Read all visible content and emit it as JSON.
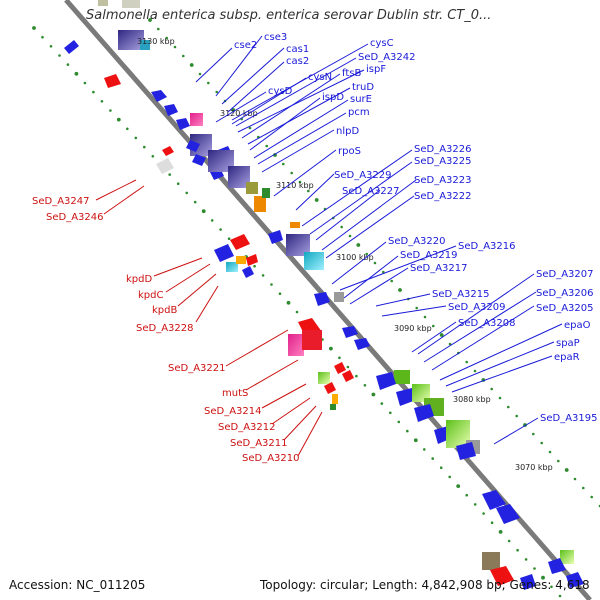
{
  "title": "Salmonella enterica subsp. enterica serovar Dublin str. CT_0...",
  "footer": {
    "accession": "Accession: NC_011205",
    "summary": "Topology: circular; Length: 4,842,908 bp; Genes: 4,618"
  },
  "colors": {
    "plus_label": "#1a1ad8",
    "minus_label": "#cc1111",
    "backbone": "#7a7a7a",
    "tick_dots": "#2e8b2e"
  },
  "scale": [
    "3130 kbp",
    "3120 kbp",
    "3110 kbp",
    "3100 kbp",
    "3090 kbp",
    "3080 kbp",
    "3070 kbp"
  ],
  "genes_plus": [
    "cse2",
    "cse3",
    "cas1",
    "cas2",
    "cysC",
    "SeD_A3242",
    "ispF",
    "cysN",
    "ftsB",
    "truD",
    "cysD",
    "ispD",
    "surE",
    "pcm",
    "nlpD",
    "rpoS",
    "SeD_A3226",
    "SeD_A3229",
    "SeD_A3225",
    "SeD_A3227",
    "SeD_A3223",
    "SeD_A3222",
    "SeD_A3220",
    "SeD_A3216",
    "SeD_A3219",
    "SeD_A3217",
    "SeD_A3207",
    "SeD_A3215",
    "SeD_A3206",
    "SeD_A3209",
    "SeD_A3205",
    "SeD_A3208",
    "epaO",
    "spaP",
    "epaR",
    "SeD_A3195"
  ],
  "genes_minus": [
    "SeD_A3247",
    "SeD_A3246",
    "kpdD",
    "kpdC",
    "kpdB",
    "SeD_A3228",
    "SeD_A3221",
    "mutS",
    "SeD_A3214",
    "SeD_A3212",
    "SeD_A3211",
    "SeD_A3210"
  ]
}
